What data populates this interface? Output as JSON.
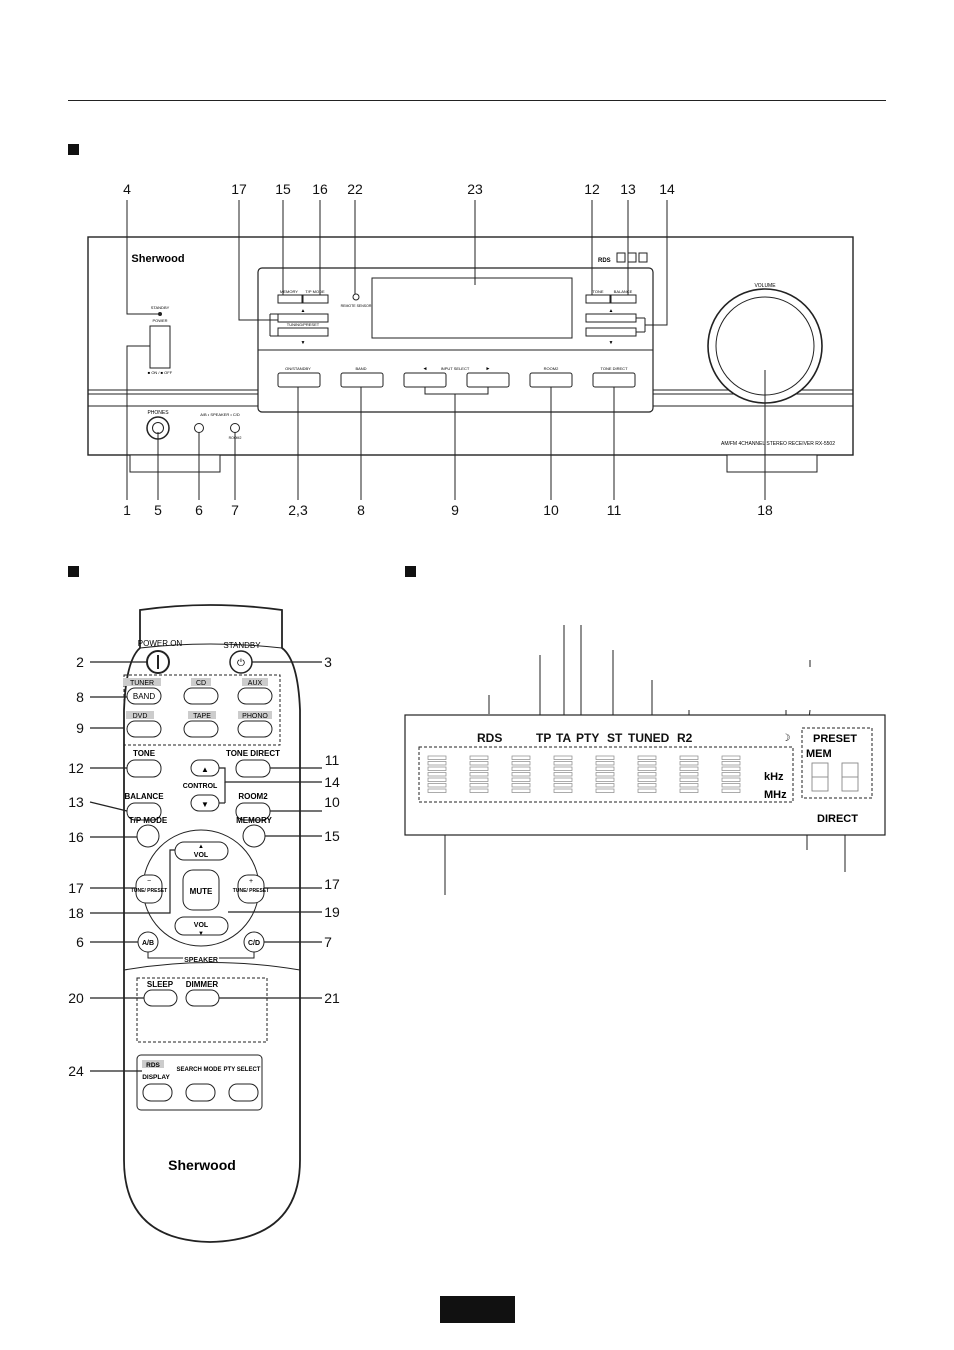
{
  "front_panel": {
    "brand": "Sherwood",
    "model_text": "AM/FM 4CHANNEL STEREO RECEIVER RX-5502",
    "volume_label": "VOLUME",
    "standby_label": "STANDBY",
    "power_label": "POWER",
    "power_switch_label": "■ ON / ■ OFF",
    "phones_label": "PHONES",
    "speaker_label": "A/B • SPEAKER • C/D",
    "room2_led_label": "ROOM2",
    "remote_sensor_label": "REMOTE SENSOR",
    "memory_label": "MEMORY",
    "tp_mode_label": "T/P MODE",
    "tuning_preset_label": "TUNING/PRESET",
    "tone_label": "TONE",
    "balance_label": "BALANCE",
    "on_standby_label": "ON/STANDBY",
    "band_label": "BAND",
    "input_select_label": "INPUT SELECT",
    "room2_label": "ROOM2",
    "tone_direct_label": "TONE DIRECT",
    "logos": "RDS"
  },
  "front_callouts_top": [
    "4",
    "17",
    "15",
    "16",
    "22",
    "23",
    "12",
    "13",
    "14"
  ],
  "front_callouts_bottom": [
    "1",
    "5",
    "6",
    "7",
    "2,3",
    "8",
    "9",
    "10",
    "11",
    "18"
  ],
  "remote": {
    "power_on": "POWER ON",
    "standby": "STANDBY",
    "tuner": "TUNER",
    "band": "BAND",
    "cd": "CD",
    "aux": "AUX",
    "dvd": "DVD",
    "tape": "TAPE",
    "phono": "PHONO",
    "tone": "TONE",
    "tone_direct": "TONE DIRECT",
    "control": "CONTROL",
    "balance": "BALANCE",
    "room2": "ROOM2",
    "tp_mode": "T/P MODE",
    "memory": "MEMORY",
    "vol": "VOL",
    "mute": "MUTE",
    "tune_preset": "TUNE/ PRESET",
    "speaker": "SPEAKER",
    "ab": "A/B",
    "cd_speaker": "C/D",
    "sleep": "SLEEP",
    "dimmer": "DIMMER",
    "rds": "RDS",
    "display": "DISPLAY",
    "search_mode": "SEARCH MODE",
    "pty_select": "PTY SELECT",
    "brand": "Sherwood"
  },
  "remote_callouts_left": [
    "2",
    "8",
    "9",
    "12",
    "13",
    "16",
    "17",
    "18",
    "6",
    "20",
    "24"
  ],
  "remote_callouts_right": [
    "3",
    "11",
    "14",
    "10",
    "15",
    "17",
    "19",
    "7",
    "21"
  ],
  "display": {
    "rds": "RDS",
    "tp": "TP",
    "ta": "TA",
    "pty": "PTY",
    "st": "ST",
    "tuned": "TUNED",
    "r2": "R2",
    "preset": "PRESET",
    "mem": "MEM",
    "khz": "kHz",
    "mhz": "MHz",
    "direct": "DIRECT"
  }
}
